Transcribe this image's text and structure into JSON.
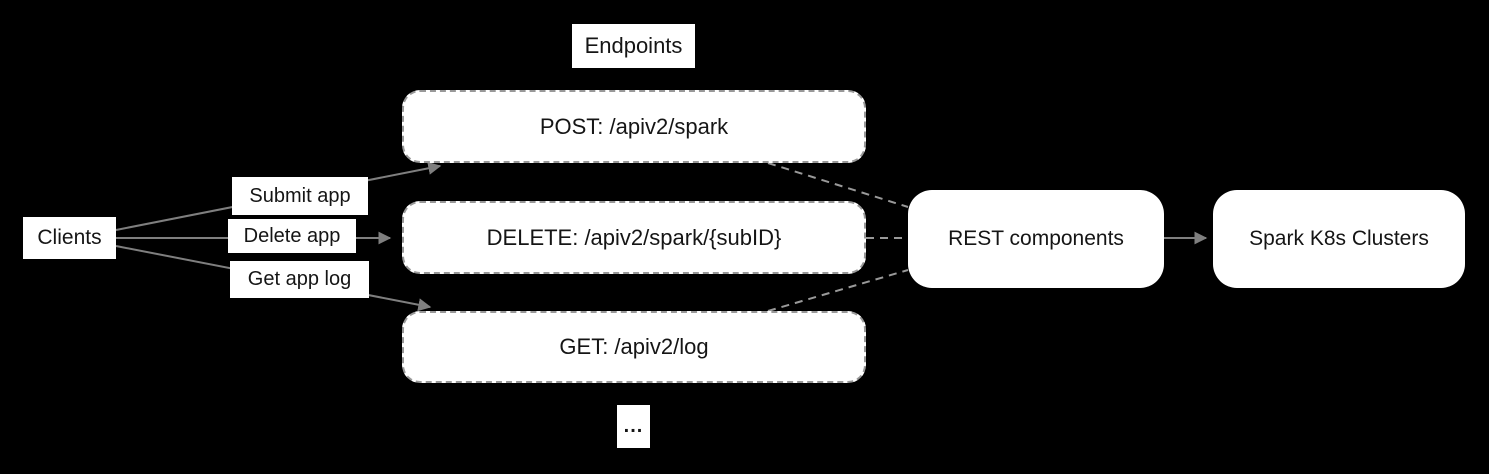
{
  "diagram": {
    "title_label": "Endpoints",
    "nodes": {
      "clients": {
        "label": "Clients"
      },
      "post_endpoint": {
        "label": "POST: /apiv2/spark"
      },
      "delete_endpoint": {
        "label": "DELETE: /apiv2/spark/{subID}"
      },
      "get_endpoint": {
        "label": "GET: /apiv2/log"
      },
      "more_endpoints": {
        "label": "..."
      },
      "rest_components": {
        "label": "REST components"
      },
      "spark_clusters": {
        "label": "Spark K8s Clusters"
      }
    },
    "edge_labels": {
      "submit_app": {
        "label": "Submit app"
      },
      "delete_app": {
        "label": "Delete app"
      },
      "get_app_log": {
        "label": "Get app log"
      }
    },
    "colors": {
      "background": "#000000",
      "node_fill": "#ffffff",
      "node_text": "#151515",
      "solid_edge": "#7f7f7f",
      "dashed_edge": "#999999"
    }
  }
}
